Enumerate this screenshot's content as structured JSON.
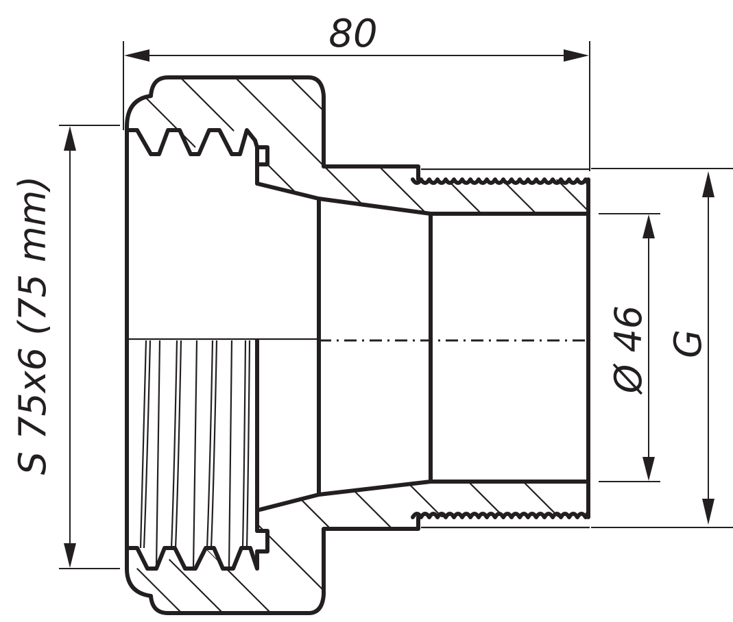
{
  "drawing": {
    "title": "Threaded pipe adapter - cross section",
    "colors": {
      "line": "#231f20",
      "background": "#ffffff"
    },
    "dimensions": {
      "overall_length": {
        "label": "80",
        "orientation": "horizontal"
      },
      "nut_thread": {
        "label": "S 75x6  (75 mm)",
        "orientation": "vertical"
      },
      "bore_diameter": {
        "label": "Ø 46",
        "orientation": "vertical"
      },
      "outer_thread": {
        "label": "G",
        "orientation": "vertical"
      }
    },
    "features": [
      "knurled union nut with internal trapezoidal thread S 75x6",
      "sealing groove",
      "tapered inner bore",
      "external pipe thread G",
      "center axis (dash-dot)"
    ]
  }
}
